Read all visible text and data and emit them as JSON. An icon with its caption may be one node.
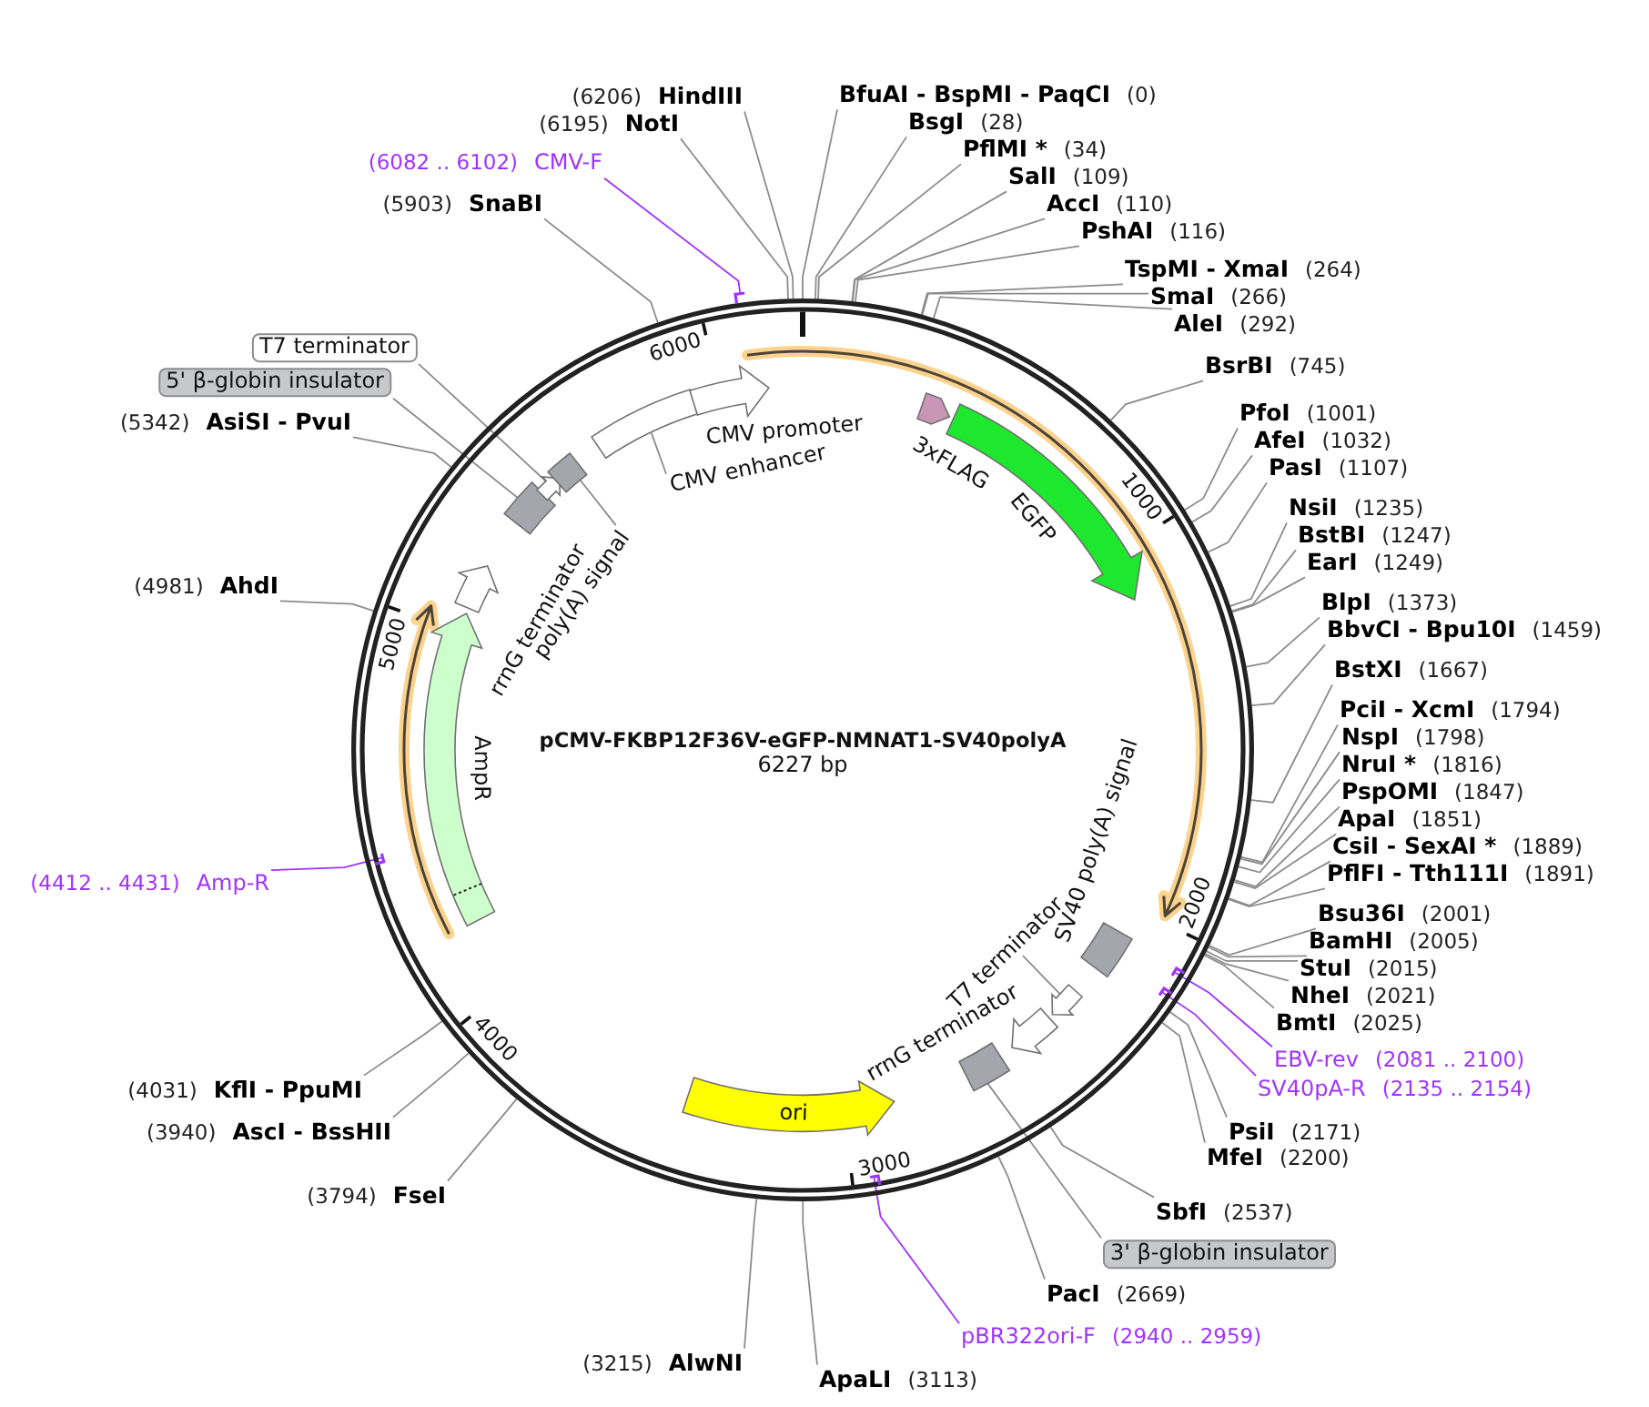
{
  "diagram": {
    "nodes": [
      {
        "text": [
          "pCMV-FKBP12F36V-eGFP-NMNAT1-SV40polyA",
          "6227 bp"
        ]
      },
      {
        "text": [
          "3xFLAG"
        ],
        "in": 0
      },
      {
        "text": [
          "EGFP"
        ],
        "in": 0
      },
      {
        "text": [
          "SV40 poly(A) signal"
        ],
        "in": 0
      },
      {
        "text": [],
        "shape": "arrow",
        "in": 0
      },
      {
        "text": [
          "T7 terminator"
        ],
        "in": 0
      },
      {
        "text": [
          "rrnG terminator"
        ],
        "in": 0
      },
      {
        "text": [],
        "shape": "box",
        "in": 0
      },
      {
        "text": [
          "ori"
        ],
        "in": 0
      },
      {
        "text": [
          "AmpR"
        ],
        "in": 0
      },
      {
        "text": [
          "rrnG terminator"
        ],
        "in": 0
      },
      {
        "text": [],
        "shape": "box",
        "in": 0
      },
      {
        "text": [],
        "shape": "arrow",
        "in": 0
      },
      {
        "text": [],
        "shape": "box",
        "in": 0
      },
      {
        "text": [
          "poly(A) signal"
        ],
        "in": 0
      },
      {
        "text": [],
        "shape": "arrow",
        "in": 0
      },
      {
        "text": [
          "CMV enhancer"
        ],
        "in": 0
      },
      {
        "text": [
          "CMV promoter"
        ],
        "in": 0
      },
      {
        "text": [],
        "shape": "bar",
        "in": 0
      },
      {
        "text": [],
        "shape": "bar",
        "in": 0
      },
      {
        "text": [],
        "shape": "bar",
        "in": 0
      },
      {
        "text": [],
        "shape": "bar",
        "in": 0
      },
      {
        "text": [],
        "shape": "bar"
      },
      {
        "text": [
          "BfuAI - BspMI - PaqCI",
          "(0)"
        ]
      },
      {
        "text": [
          "BsgI",
          "(28)"
        ]
      },
      {
        "text": [
          "PflMI *",
          "(34)"
        ]
      },
      {
        "text": [
          "SalI",
          "(109)"
        ]
      },
      {
        "text": [
          "AccI",
          "(110)"
        ]
      },
      {
        "text": [
          "PshAI",
          "(116)"
        ]
      },
      {
        "text": [
          "TspMI - XmaI",
          "(264)"
        ]
      },
      {
        "text": [
          "SmaI",
          "(266)"
        ]
      },
      {
        "text": [
          "AleI",
          "(292)"
        ]
      },
      {
        "text": [
          "BsrBI",
          "(745)"
        ]
      },
      {
        "text": [
          "PfoI",
          "(1001)"
        ]
      },
      {
        "text": [
          "AfeI",
          "(1032)"
        ]
      },
      {
        "text": [
          "PasI",
          "(1107)"
        ]
      },
      {
        "text": [
          "NsiI",
          "(1235)"
        ]
      },
      {
        "text": [
          "BstBI",
          "(1247)"
        ]
      },
      {
        "text": [
          "EarI",
          "(1249)"
        ]
      },
      {
        "text": [
          "BlpI",
          "(1373)"
        ]
      },
      {
        "text": [
          "BbvCI - Bpu10I",
          "(1459)"
        ]
      },
      {
        "text": [
          "BstXI",
          "(1667)"
        ]
      },
      {
        "text": [
          "PciI - XcmI",
          "(1794)"
        ]
      },
      {
        "text": [
          "NspI",
          "(1798)"
        ]
      },
      {
        "text": [
          "NruI *",
          "(1816)"
        ]
      },
      {
        "text": [
          "PspOMI",
          "(1847)"
        ]
      },
      {
        "text": [
          "ApaI",
          "(1851)"
        ]
      },
      {
        "text": [
          "CsiI - SexAI *",
          "(1889)"
        ]
      },
      {
        "text": [
          "PflFI - Tth111I",
          "(1891)"
        ]
      },
      {
        "text": [
          "Bsu36I",
          "(2001)"
        ]
      },
      {
        "text": [
          "BamHI",
          "(2005)"
        ]
      },
      {
        "text": [
          "StuI",
          "(2015)"
        ]
      },
      {
        "text": [
          "NheI",
          "(2021)"
        ]
      },
      {
        "text": [
          "BmtI",
          "(2025)"
        ]
      },
      {
        "text": [
          "EBV-rev",
          "(2081 .. 2100)"
        ]
      },
      {
        "text": [
          "SV40pA-R",
          "(2135 .. 2154)"
        ]
      },
      {
        "text": [
          "PsiI",
          "(2171)"
        ]
      },
      {
        "text": [
          "MfeI",
          "(2200)"
        ]
      },
      {
        "text": [
          "SbfI",
          "(2537)"
        ]
      },
      {
        "text": [
          "3' β-globin insulator"
        ]
      },
      {
        "text": [
          "PacI",
          "(2669)"
        ]
      },
      {
        "text": [
          "pBR322ori-F",
          "(2940 .. 2959)"
        ]
      },
      {
        "text": [
          "ApaLI",
          "(3113)"
        ]
      },
      {
        "text": [
          "(3215)",
          "AlwNI"
        ]
      },
      {
        "text": [
          "(3794)",
          "FseI"
        ]
      },
      {
        "text": [
          "(3940)",
          "AscI - BssHII"
        ]
      },
      {
        "text": [
          "(4031)",
          "KflI - PpuMI"
        ]
      },
      {
        "text": [
          "(4412 .. 4431)",
          "Amp-R"
        ]
      },
      {
        "text": [
          "(4981)",
          "AhdI"
        ]
      },
      {
        "text": [
          "(5342)",
          "AsiSI - PvuI"
        ]
      },
      {
        "text": [
          "5' β-globin insulator"
        ]
      },
      {
        "text": [
          "T7 terminator"
        ]
      },
      {
        "text": [
          "(5903)",
          "SnaBI"
        ]
      },
      {
        "text": [
          "(6082 .. 6102)",
          "CMV-F"
        ]
      },
      {
        "text": [
          "(6195)",
          "NotI"
        ]
      },
      {
        "text": [
          "(6206)",
          "HindIII"
        ]
      }
    ],
    "edges": [
      {
        "from": 5,
        "to": 4,
        "arrow": "none"
      },
      {
        "from": 14,
        "to": 13,
        "arrow": "none"
      },
      {
        "from": 16,
        "to": 15,
        "arrow": "none"
      },
      {
        "from": 23,
        "to": 0,
        "arrow": "none"
      },
      {
        "from": 24,
        "to": 0,
        "arrow": "none"
      },
      {
        "from": 25,
        "to": 0,
        "arrow": "none"
      },
      {
        "from": 26,
        "to": 0,
        "arrow": "none"
      },
      {
        "from": 27,
        "to": 0,
        "arrow": "none"
      },
      {
        "from": 28,
        "to": 0,
        "arrow": "none"
      },
      {
        "from": 29,
        "to": 0,
        "arrow": "none"
      },
      {
        "from": 30,
        "to": 0,
        "arrow": "none"
      },
      {
        "from": 31,
        "to": 0,
        "arrow": "none"
      },
      {
        "from": 32,
        "to": 0,
        "arrow": "none"
      },
      {
        "from": 33,
        "to": 0,
        "arrow": "none"
      },
      {
        "from": 34,
        "to": 0,
        "arrow": "none"
      },
      {
        "from": 35,
        "to": 0,
        "arrow": "none"
      },
      {
        "from": 36,
        "to": 0,
        "arrow": "none"
      },
      {
        "from": 37,
        "to": 0,
        "arrow": "none"
      },
      {
        "from": 38,
        "to": 0,
        "arrow": "none"
      },
      {
        "from": 39,
        "to": 0,
        "arrow": "none"
      },
      {
        "from": 40,
        "to": 0,
        "arrow": "none"
      },
      {
        "from": 41,
        "to": 0,
        "arrow": "none"
      },
      {
        "from": 42,
        "to": 0,
        "arrow": "none"
      },
      {
        "from": 43,
        "to": 0,
        "arrow": "none"
      },
      {
        "from": 44,
        "to": 0,
        "arrow": "none"
      },
      {
        "from": 45,
        "to": 0,
        "arrow": "none"
      },
      {
        "from": 46,
        "to": 0,
        "arrow": "none"
      },
      {
        "from": 47,
        "to": 0,
        "arrow": "none"
      },
      {
        "from": 48,
        "to": 0,
        "arrow": "none"
      },
      {
        "from": 49,
        "to": 0,
        "arrow": "none"
      },
      {
        "from": 50,
        "to": 0,
        "arrow": "none"
      },
      {
        "from": 51,
        "to": 0,
        "arrow": "none"
      },
      {
        "from": 52,
        "to": 0,
        "arrow": "none"
      },
      {
        "from": 53,
        "to": 0,
        "arrow": "none"
      },
      {
        "from": 54,
        "to": 18,
        "arrow": "none",
        "color": "#a033ff"
      },
      {
        "from": 55,
        "to": 19,
        "arrow": "none",
        "color": "#a033ff"
      },
      {
        "from": 56,
        "to": 0,
        "arrow": "none"
      },
      {
        "from": 57,
        "to": 0,
        "arrow": "none"
      },
      {
        "from": 58,
        "to": 0,
        "arrow": "none"
      },
      {
        "from": 59,
        "to": 7,
        "arrow": "none"
      },
      {
        "from": 60,
        "to": 0,
        "arrow": "none"
      },
      {
        "from": 61,
        "to": 20,
        "arrow": "none",
        "color": "#a033ff"
      },
      {
        "from": 62,
        "to": 0,
        "arrow": "none"
      },
      {
        "from": 63,
        "to": 0,
        "arrow": "none"
      },
      {
        "from": 64,
        "to": 0,
        "arrow": "none"
      },
      {
        "from": 65,
        "to": 0,
        "arrow": "none"
      },
      {
        "from": 66,
        "to": 0,
        "arrow": "none"
      },
      {
        "from": 67,
        "to": 21,
        "arrow": "none",
        "color": "#a033ff"
      },
      {
        "from": 68,
        "to": 0,
        "arrow": "none"
      },
      {
        "from": 69,
        "to": 0,
        "arrow": "none"
      },
      {
        "from": 70,
        "to": 11,
        "arrow": "none"
      },
      {
        "from": 71,
        "to": 12,
        "arrow": "none"
      },
      {
        "from": 72,
        "to": 0,
        "arrow": "none"
      },
      {
        "from": 73,
        "to": 22,
        "arrow": "none",
        "color": "#a033ff"
      },
      {
        "from": 74,
        "to": 0,
        "arrow": "none"
      },
      {
        "from": 75,
        "to": 0,
        "arrow": "none"
      }
    ],
    "labels": [
      "1000",
      "2000",
      "3000",
      "4000",
      "5000",
      "6000"
    ]
  }
}
